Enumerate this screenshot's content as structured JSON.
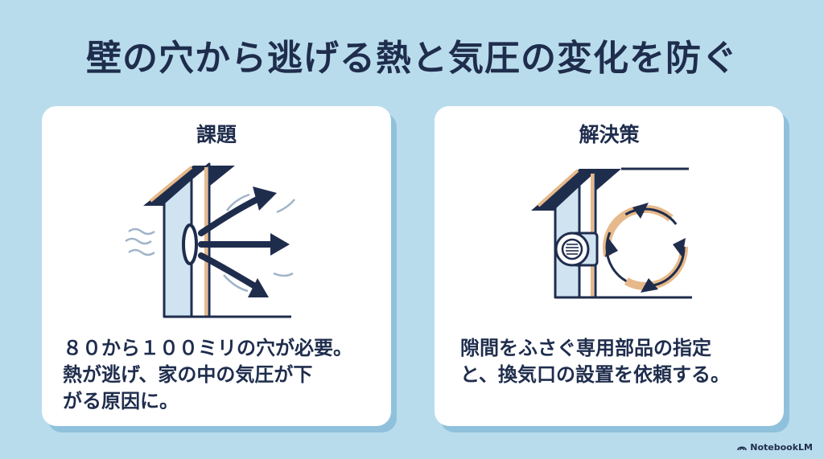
{
  "title": "壁の穴から逃げる熱と気圧の変化を防ぐ",
  "cards": [
    {
      "heading": "課題",
      "illustration_icon": "house-wall-hole-air-escape-icon",
      "lines": [
        "８０から１００ミリの穴が必要。",
        "熱が逃げ、家の中の気圧が下",
        "がる原因に。"
      ]
    },
    {
      "heading": "解決策",
      "illustration_icon": "house-wall-vent-air-circulation-icon",
      "lines": [
        "隙間をふさぐ専用部品の指定",
        "と、換気口の設置を依頼する。"
      ]
    }
  ],
  "brand": "NotebookLM",
  "colors": {
    "background": "#b9dcec",
    "navy": "#1f2d4d",
    "wall": "#cfe3f1",
    "accent_tan": "#e7b98a"
  }
}
